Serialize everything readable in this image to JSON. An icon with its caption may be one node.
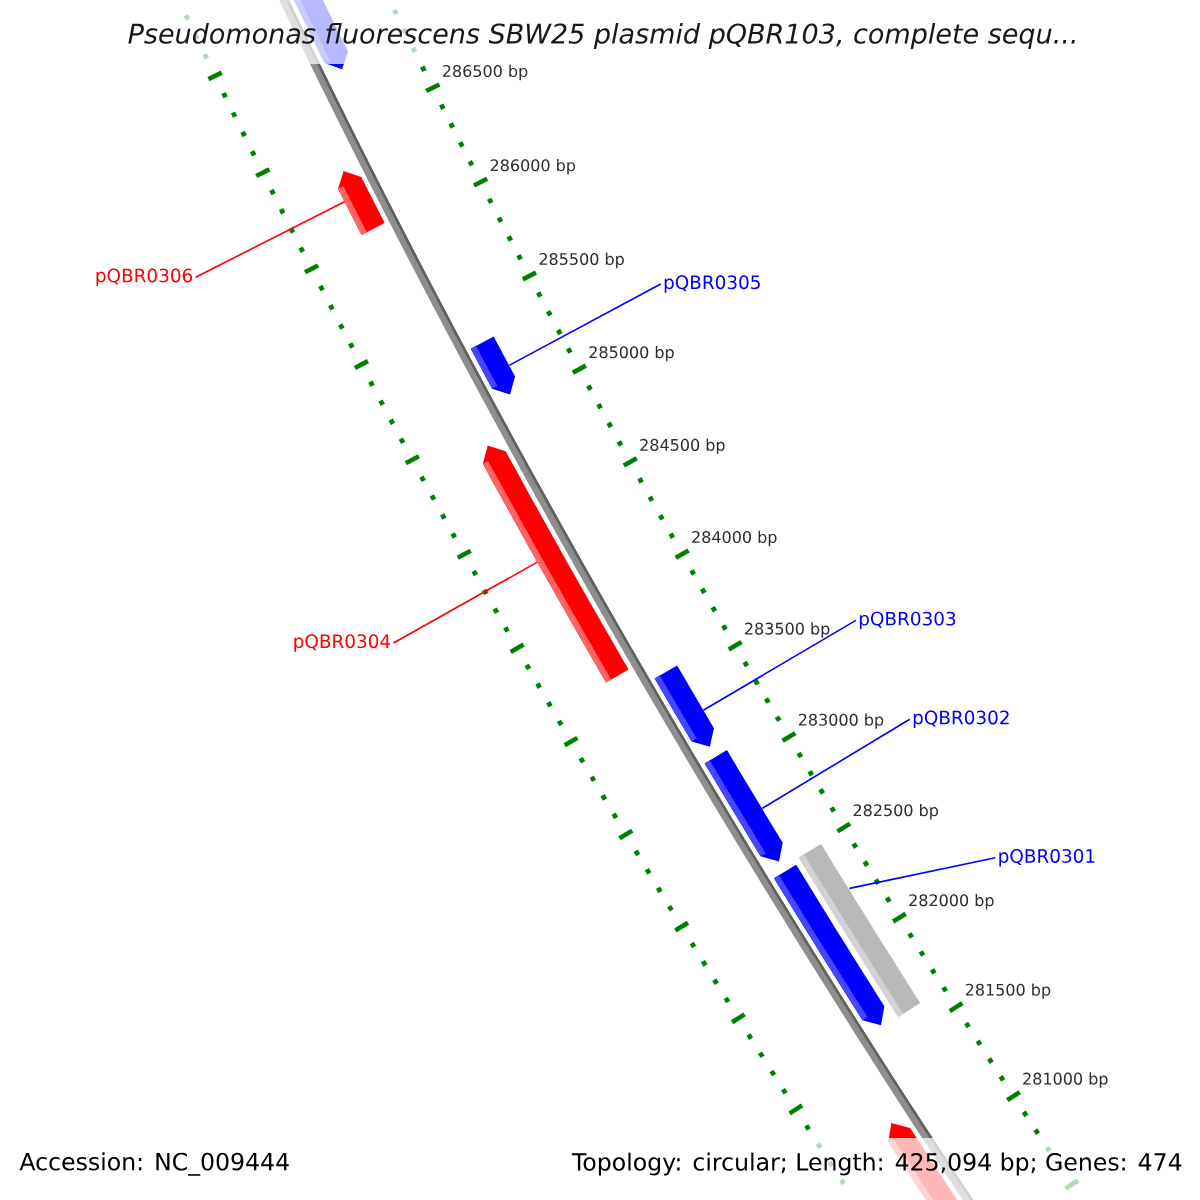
{
  "diagram": {
    "title": "Pseudomonas fluorescens SBW25 plasmid pQBR103, complete sequ...",
    "nodes": [
      {
        "text": [],
        "shape": "pentagon"
      },
      {
        "text": [],
        "shape": "pentagon"
      },
      {
        "text": [
          "pQBR0306"
        ]
      },
      {
        "text": [
          "pQBR0305"
        ]
      },
      {
        "text": [],
        "shape": "pentagon"
      },
      {
        "text": [],
        "shape": "pentagon"
      },
      {
        "text": [
          "pQBR0303"
        ]
      },
      {
        "text": [
          "pQBR0304"
        ]
      },
      {
        "text": [],
        "shape": "pentagon"
      },
      {
        "text": [
          "pQBR0302"
        ]
      },
      {
        "text": [],
        "shape": "pentagon"
      },
      {
        "text": [],
        "shape": "bar"
      },
      {
        "text": [
          "pQBR0301"
        ]
      },
      {
        "text": [],
        "shape": "pentagon"
      },
      {
        "text": [],
        "shape": "pentagon"
      }
    ],
    "edges": [
      {
        "from": 2,
        "to": 1,
        "arrow": "none",
        "color": "#ff0000"
      },
      {
        "from": 3,
        "to": 4,
        "arrow": "none"
      },
      {
        "from": 7,
        "to": 5,
        "arrow": "none",
        "color": "#ff0000"
      },
      {
        "from": 6,
        "to": 8,
        "arrow": "none"
      },
      {
        "from": 9,
        "to": 10,
        "arrow": "none"
      },
      {
        "from": 12,
        "to": 13,
        "arrow": "none"
      }
    ],
    "labels": [
      "286500 bp",
      "286000 bp",
      "285500 bp",
      "285000 bp",
      "284500 bp",
      "284000 bp",
      "283500 bp",
      "283000 bp",
      "282500 bp",
      "282000 bp",
      "281500 bp",
      "281000 bp",
      "Accession: NC_009444",
      "Topology: circular; Length: 425,094 bp; Genes: 474"
    ]
  }
}
